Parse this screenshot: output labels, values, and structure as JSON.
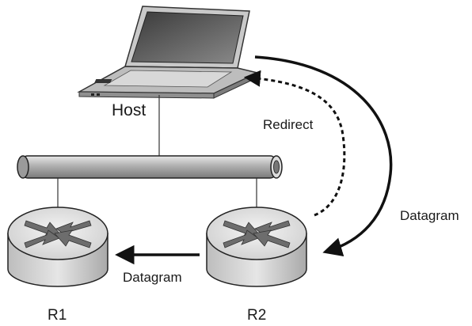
{
  "labels": {
    "host": "Host",
    "redirect": "Redirect",
    "datagram_right": "Datagram",
    "datagram_bottom": "Datagram",
    "r1": "R1",
    "r2": "R2"
  },
  "colors": {
    "ink": "#1a1a1a",
    "router_top": "#eaeaea",
    "router_side": "#cfcfcf",
    "router_arrows": "#6a6a6a",
    "bus_fill": "#9a9a9a",
    "laptop_body": "#b8b8b8",
    "laptop_screen": "#5a5a5a"
  },
  "icons": [
    "laptop-icon",
    "router-icon",
    "ethernet-bus"
  ]
}
